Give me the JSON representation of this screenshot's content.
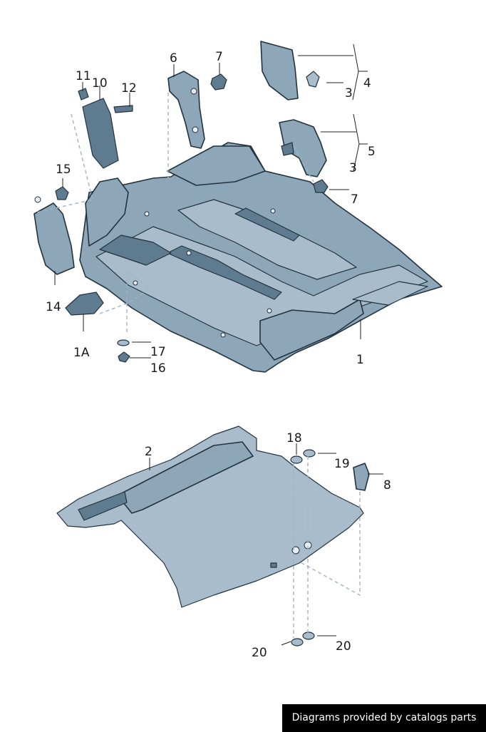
{
  "callouts": {
    "c1": "1",
    "c1a": "1A",
    "c2": "2",
    "c3a": "3",
    "c3b": "3",
    "c4": "4",
    "c5": "5",
    "c6": "6",
    "c7a": "7",
    "c7b": "7",
    "c8": "8",
    "c10": "10",
    "c11": "11",
    "c12": "12",
    "c14": "14",
    "c15": "15",
    "c16": "16",
    "c17": "17",
    "c18": "18",
    "c19": "19",
    "c20a": "20",
    "c20b": "20"
  },
  "footer": {
    "credit": "Diagrams provided by catalogs parts"
  },
  "colors": {
    "part_fill": "#8da6b8",
    "part_light": "#a9bccb",
    "outline": "#22333f",
    "assembly_line": "#9fb4c6"
  }
}
